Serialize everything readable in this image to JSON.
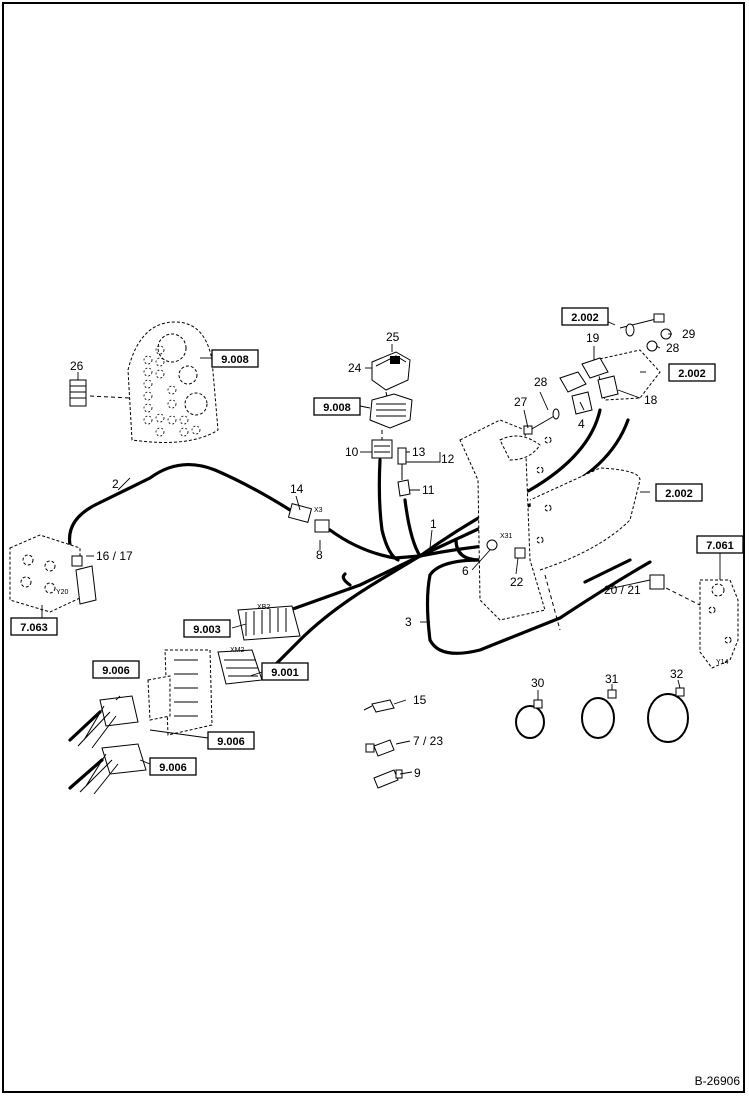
{
  "figure_id": "B-26906",
  "callouts": {
    "c1": "1",
    "c2": "2",
    "c3": "3",
    "c4": "4",
    "c6": "6",
    "c8": "8",
    "c9": "9",
    "c10": "10",
    "c11": "11",
    "c12": "12",
    "c13": "13",
    "c14": "14",
    "c15": "15",
    "c16_17": "16 / 17",
    "c18": "18",
    "c19": "19",
    "c20_21": "20 / 21",
    "c22": "22",
    "c24": "24",
    "c25": "25",
    "c26": "26",
    "c27": "27",
    "c28a": "28",
    "c28b": "28",
    "c29": "29",
    "c30": "30",
    "c31": "31",
    "c32": "32",
    "c7_23": "7 / 23"
  },
  "ref_boxes": {
    "r7063": "7.063",
    "r9008a": "9.008",
    "r9008b": "9.008",
    "r9003": "9.003",
    "r9006a": "9.006",
    "r9006b": "9.006",
    "r9006c": "9.006",
    "r9001": "9.001",
    "r2002a": "2.002",
    "r2002b": "2.002",
    "r2002c": "2.002",
    "r7061": "7.061"
  },
  "connector_marks": {
    "x3": "X3",
    "x31": "X31",
    "xb2": "XB2",
    "xm2": "XM2",
    "y20": "Y20",
    "y14": "Y14"
  }
}
